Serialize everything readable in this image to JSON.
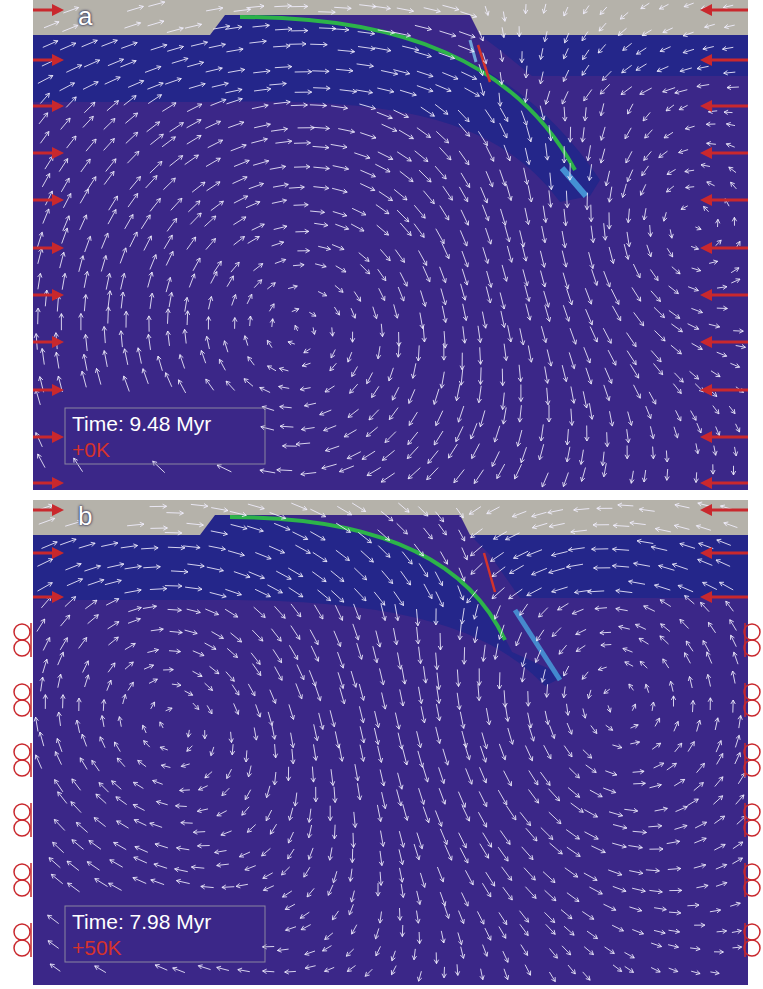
{
  "diagram": {
    "labels": [
      "a",
      "Time: 9.48 Myr",
      "+0K",
      "b",
      "Time: 7.98 Myr",
      "+50K"
    ]
  }
}
